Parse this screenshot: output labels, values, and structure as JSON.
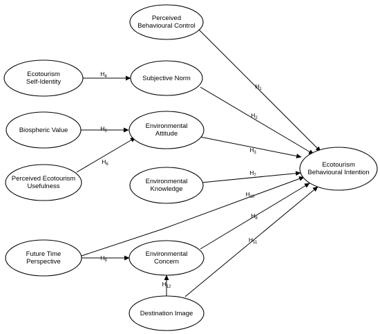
{
  "diagram": {
    "nodes": {
      "pbc": {
        "lines": [
          "Perceived",
          "Behavioural Control"
        ]
      },
      "esi": {
        "lines": [
          "Ecotourism",
          "Self-Identity"
        ]
      },
      "sn": {
        "lines": [
          "Subjective Norm"
        ]
      },
      "bv": {
        "lines": [
          "Biospheric Value"
        ]
      },
      "ea": {
        "lines": [
          "Environmental",
          "Attitude"
        ]
      },
      "peu": {
        "lines": [
          "Perceived Ecotourism",
          "Usefulness"
        ]
      },
      "ek": {
        "lines": [
          "Environmental",
          "Knowledge"
        ]
      },
      "ebi": {
        "lines": [
          "Ecotourism",
          "Behavioural Intention"
        ]
      },
      "ftp": {
        "lines": [
          "Future Time",
          "Perspective"
        ]
      },
      "ec": {
        "lines": [
          "Environmental",
          "Concern"
        ]
      },
      "di": {
        "lines": [
          "Destination Image"
        ]
      }
    },
    "edges": {
      "h1": {
        "label": "H",
        "sub": "1"
      },
      "h2": {
        "label": "H",
        "sub": "2"
      },
      "h3": {
        "label": "H",
        "sub": "3"
      },
      "h4": {
        "label": "H",
        "sub": "4"
      },
      "h5": {
        "label": "H",
        "sub": "5"
      },
      "h6": {
        "label": "H",
        "sub": "6"
      },
      "h7": {
        "label": "H",
        "sub": "7"
      },
      "h8": {
        "label": "H",
        "sub": "8"
      },
      "h9": {
        "label": "H",
        "sub": "9"
      },
      "h10": {
        "label": "H",
        "sub": "10"
      },
      "h11": {
        "label": "H",
        "sub": "11"
      },
      "h12": {
        "label": "H",
        "sub": "12"
      }
    }
  }
}
